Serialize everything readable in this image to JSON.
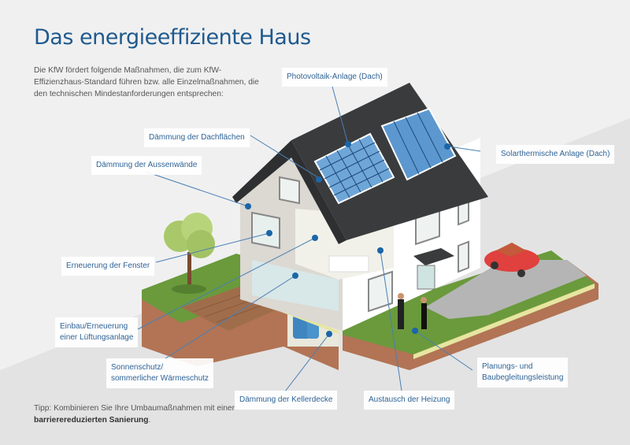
{
  "title": "Das energieeffiziente Haus",
  "intro": "Die KfW fördert folgende Maßnahmen, die zum KfW-Effizienzhaus-Standard führen bzw. alle Einzelmaßnahmen, die den technischen Mindestanforderungen entsprechen:",
  "tip": {
    "prefix": "Tipp: Kombinieren Sie Ihre Umbaumaßnahmen mit einer ",
    "bold": "barrierereduzierten Sanierung",
    "suffix": "."
  },
  "labels": {
    "photovoltaik": "Photovoltaik-Anlage (Dach)",
    "solarthermie": "Solarthermische Anlage (Dach)",
    "dachflaechen": "Dämmung der Dachflächen",
    "aussenwaende": "Dämmung der Aussenwände",
    "fenster": "Erneuerung der Fenster",
    "lueftung_1": "Einbau/Erneuerung",
    "lueftung_2": "einer Lüftungsanlage",
    "sonnenschutz_1": "Sonnenschutz/",
    "sonnenschutz_2": "sommerlicher Wärmeschutz",
    "kellerdecke": "Dämmung der Kellerdecke",
    "heizung": "Austausch der Heizung",
    "planung_1": "Planungs- und",
    "planung_2": "Baubegleitungsleistung"
  },
  "colors": {
    "title": "#1f5a8f",
    "label_text": "#2f6396",
    "marker": "#1a66a8",
    "roof": "#3a3b3d",
    "grass": "#6a9a3c",
    "soil": "#b27455",
    "car": "#e0403e"
  }
}
